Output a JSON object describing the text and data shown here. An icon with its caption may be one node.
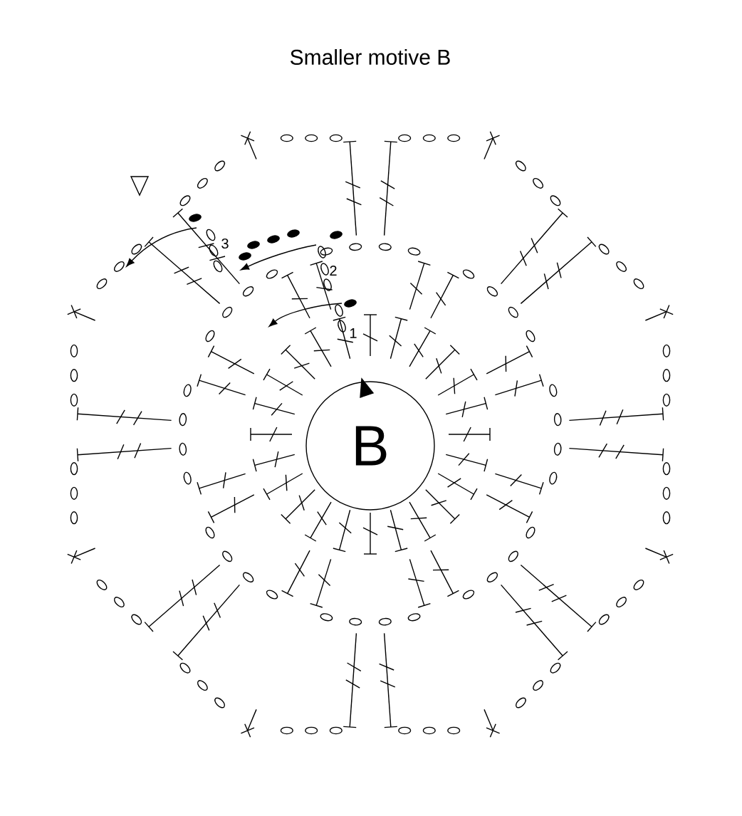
{
  "diagram": {
    "title": "Smaller motive B",
    "nodes": [
      {
        "text": [
          "B"
        ]
      }
    ],
    "labels": [
      "3",
      "2",
      "1"
    ]
  }
}
